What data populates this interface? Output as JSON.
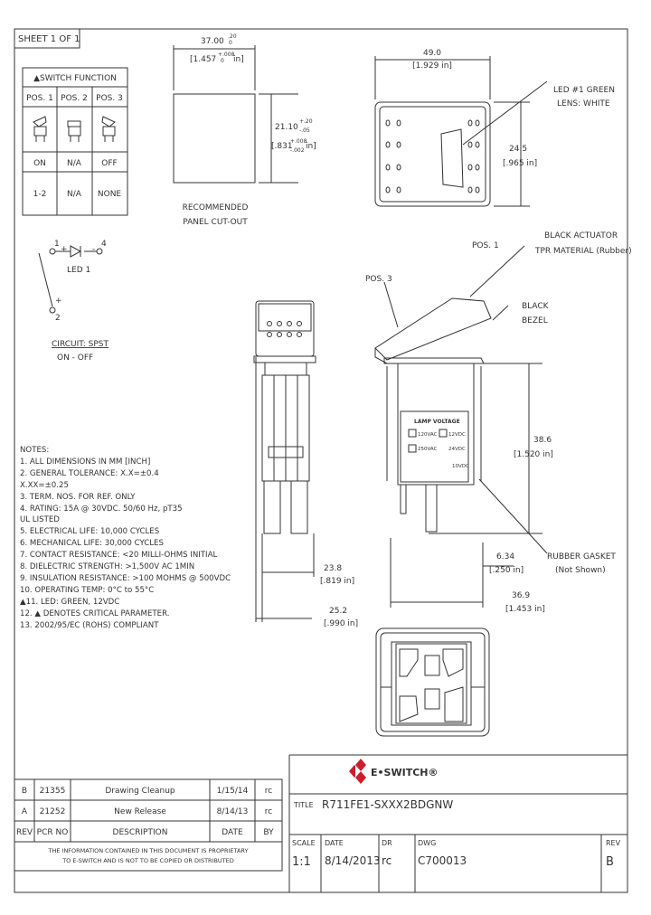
{
  "sheet_label": "SHEET 1 OF 1",
  "switch_function": {
    "header": "▲SWITCH FUNCTION",
    "positions": [
      "POS. 1",
      "POS. 2",
      "POS. 3"
    ],
    "states": [
      "ON",
      "N/A",
      "OFF"
    ],
    "circuits": [
      "1-2",
      "N/A",
      "NONE"
    ]
  },
  "panel_cutout": {
    "width": "37.00",
    "width_tol_plus": ".20",
    "width_tol_minus": "0",
    "width_in": "[1.457",
    "width_in_tol_plus": "+.008",
    "width_in_tol_minus": "0",
    "width_in_unit": "in]",
    "height": "21.10",
    "height_tol_plus": "+.20",
    "height_tol_minus": "-.05",
    "height_in": "[.831",
    "height_in_tol_plus": "+.008",
    "height_in_tol_minus": "-.002",
    "height_in_unit": "in]",
    "caption_line1": "RECOMMENDED",
    "caption_line2": "PANEL CUT-OUT"
  },
  "schematic": {
    "term1": "1",
    "term4": "4",
    "term2": "2",
    "plus1": "+",
    "minus4": "-",
    "plus2": "+",
    "led": "LED 1",
    "circuit": "CIRCUIT: SPST",
    "circuit_mode": "ON - OFF"
  },
  "top_view": {
    "width": "49.0",
    "width_in": "[1.929 in]",
    "height": "24.5",
    "height_in": "[.965 in]",
    "led_label_line1": "LED #1 GREEN",
    "led_label_line2": "LENS: WHITE"
  },
  "side_view": {
    "actuator_line1": "BLACK ACTUATOR",
    "actuator_line2": "TPR MATERIAL (Rubber)",
    "pos1": "POS. 1",
    "pos3": "POS. 3",
    "bezel_line1": "BLACK",
    "bezel_line2": "BEZEL",
    "lamp_voltage": "LAMP VOLTAGE",
    "v_120": "120VAC",
    "v_12": "12VDC",
    "v_250": "250VAC",
    "v_24": "24VDC",
    "v_10": "10VDC",
    "height": "38.6",
    "height_in": "[1.520 in]",
    "gasket_dim": "6.34",
    "gasket_dim_in": "[.250 in]",
    "gasket_line1": "RUBBER GASKET",
    "gasket_line2": "(Not Shown)",
    "depth": "36.9",
    "depth_in": "[1.453 in]"
  },
  "front_view": {
    "width": "23.8",
    "width_in": "[.819 in]",
    "overall": "25.2",
    "overall_in": "[.990 in]"
  },
  "notes": [
    "NOTES:",
    " 1. ALL DIMENSIONS IN MM [INCH]",
    " 2. GENERAL TOLERANCE: X.X=±0.4",
    "                                  X.XX=±0.25",
    " 3. TERM. NOS. FOR REF. ONLY",
    " 4. RATING: 15A @ 30VDC. 50/60 Hz, pT35",
    "                      UL LISTED",
    " 5. ELECTRICAL LIFE: 10,000 CYCLES",
    " 6. MECHANICAL LIFE: 30,000 CYCLES",
    " 7. CONTACT RESISTANCE: <20 MILLI-OHMS INITIAL",
    " 8. DIELECTRIC STRENGTH: >1,500V AC 1MIN",
    " 9. INSULATION RESISTANCE: >100 MOHMS @ 500VDC",
    "10. OPERATING TEMP: 0°C to 55°C",
    "▲11. LED: GREEN, 12VDC",
    "12. ▲ DENOTES CRITICAL PARAMETER.",
    "13. 2002/95/EC (ROHS) COMPLIANT"
  ],
  "revisions": [
    {
      "rev": "B",
      "pcr": "21355",
      "desc": "Drawing Cleanup",
      "date": "1/15/14",
      "by": "rc"
    },
    {
      "rev": "A",
      "pcr": "21252",
      "desc": "New Release",
      "date": "8/14/13",
      "by": "rc"
    }
  ],
  "rev_headers": {
    "rev": "REV",
    "pcr": "PCR NO",
    "desc": "DESCRIPTION",
    "date": "DATE",
    "by": "BY"
  },
  "proprietary_line1": "THE INFORMATION CONTAINED IN THIS DOCUMENT IS PROPRIETARY",
  "proprietary_line2": "TO E-SWITCH AND IS NOT TO BE COPIED OR DISTRIBUTED",
  "logo_text": "E•SWITCH®",
  "title_label": "TITLE",
  "title": "R711FE1-SXXX2BDGNW",
  "title_block": {
    "scale_label": "SCALE",
    "scale": "1:1",
    "date_label": "DATE",
    "date": "8/14/2013",
    "dr_label": "DR",
    "dr": "rc",
    "dwg_label": "DWG",
    "dwg": "C700013",
    "rev_label": "REV",
    "rev": "B"
  },
  "colors": {
    "line": "#333333",
    "logo_red": "#cc1f2e"
  }
}
